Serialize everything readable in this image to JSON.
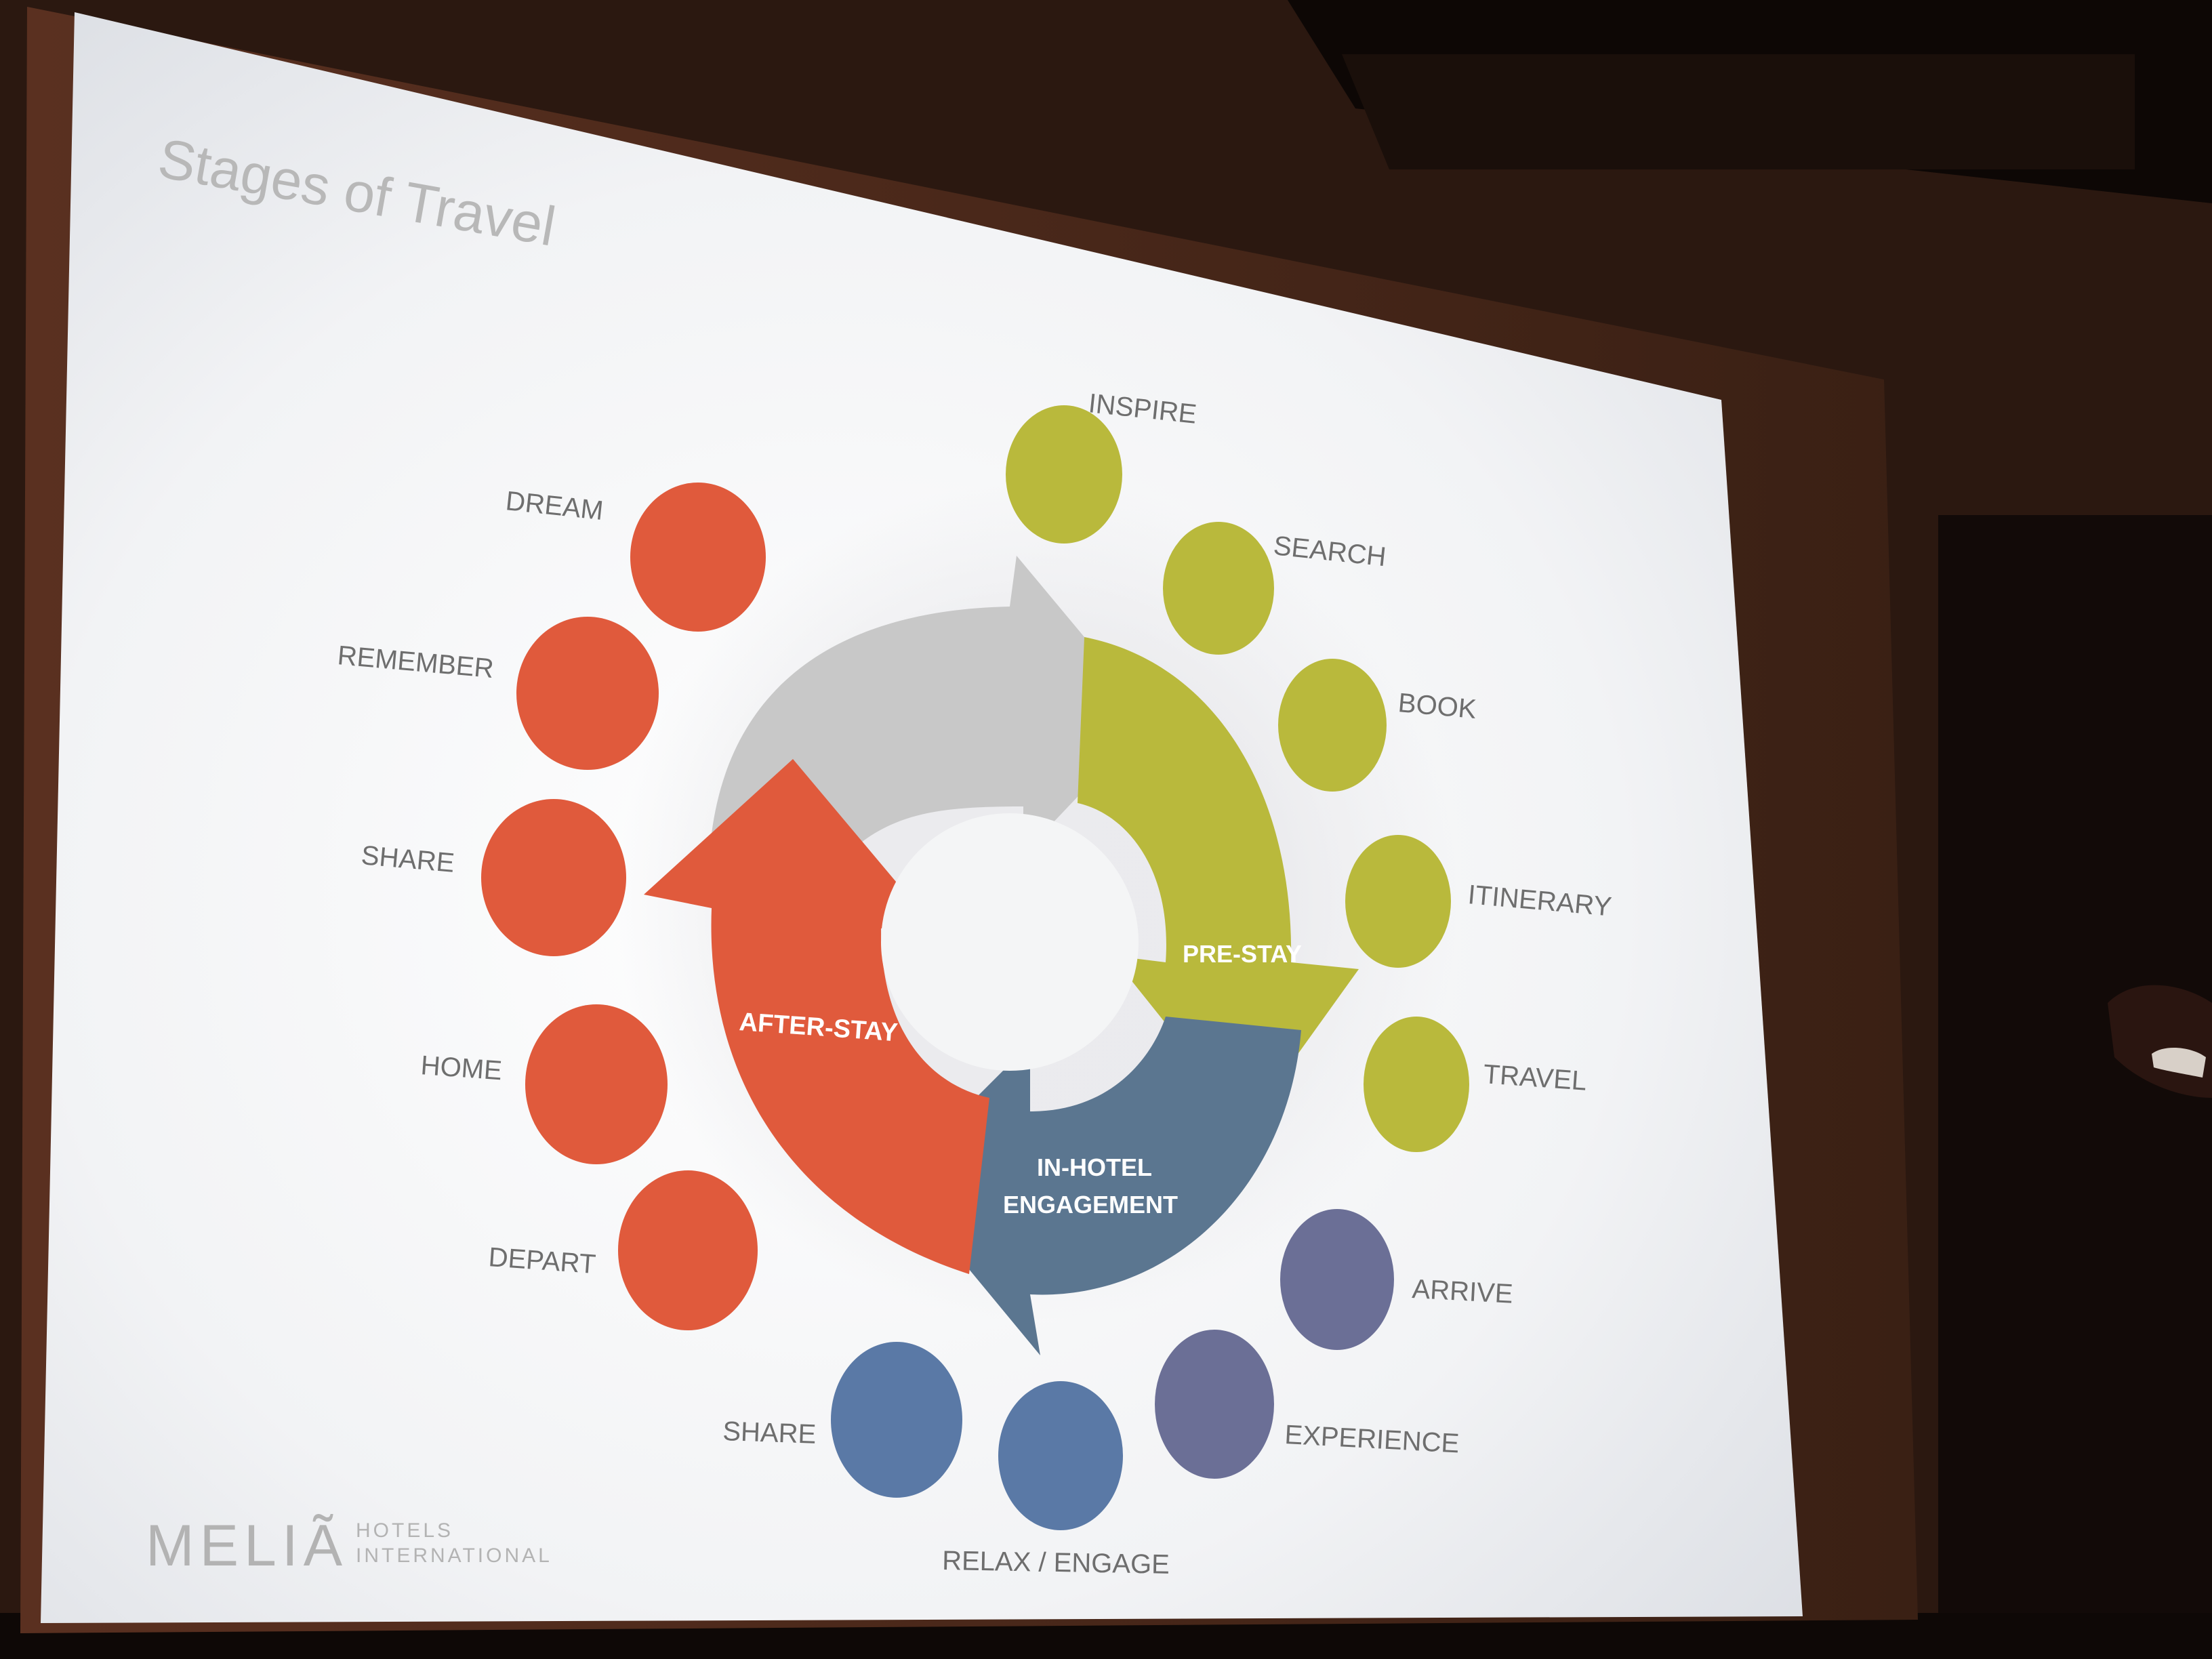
{
  "slide": {
    "title": "Stages of Travel"
  },
  "phases": {
    "pre_stay": "PRE-STAY",
    "in_hotel_line1": "IN-HOTEL",
    "in_hotel_line2": "ENGAGEMENT",
    "after_stay": "AFTER-STAY"
  },
  "stages": {
    "inspire": "INSPIRE",
    "search": "SEARCH",
    "book": "BOOK",
    "itinerary": "ITINERARY",
    "travel": "TRAVEL",
    "arrive": "ARRIVE",
    "experience": "EXPERIENCE",
    "relax_engage": "RELAX / ENGAGE",
    "share_in_hotel": "SHARE",
    "depart": "DEPART",
    "home": "HOME",
    "share_after": "SHARE",
    "remember": "REMEMBER",
    "dream": "DREAM"
  },
  "logo": {
    "brand": "MELIÃ",
    "line1": "HOTELS",
    "line2": "INTERNATIONAL"
  },
  "colors": {
    "pre_stay": "#b9b93c",
    "in_hotel": "#5b7690",
    "after_stay": "#e05a3c",
    "arrow_grey": "#c8c8c8",
    "stage_purple": "#6b6f96",
    "stage_blue": "#5a79a6"
  },
  "icons": {
    "cycle": "circular-arrow-cycle"
  }
}
